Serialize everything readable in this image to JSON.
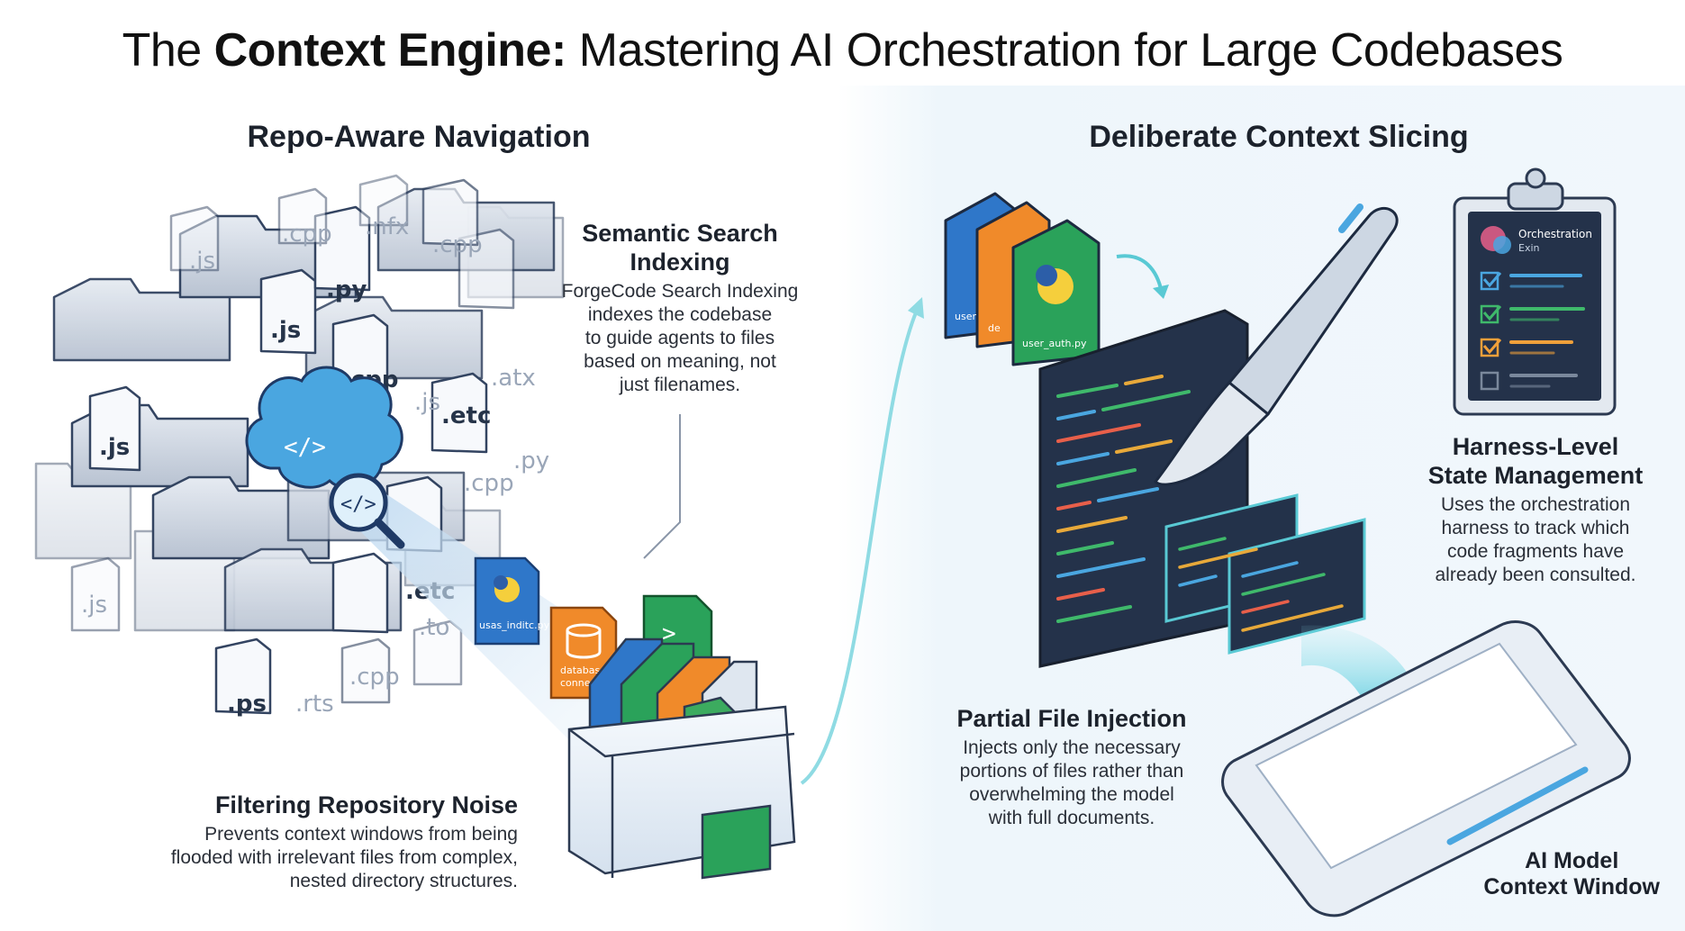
{
  "title": {
    "prefix": "The ",
    "bold": "Context Engine:",
    "rest": " Mastering AI Orchestration for Large Codebases"
  },
  "sections": {
    "left": "Repo-Aware Navigation",
    "right": "Deliberate Context Slicing"
  },
  "semantic": {
    "heading_1": "Semantic Search",
    "heading_2": "Indexing",
    "lines": [
      "ForgeCode Search Indexing",
      "indexes the codebase",
      "to guide agents to files",
      "based on meaning, not",
      "just filenames."
    ]
  },
  "filtering": {
    "heading": "Filtering Repository Noise",
    "lines": [
      "Prevents context windows from being",
      "flooded with irrelevant files from complex,",
      "nested directory structures."
    ]
  },
  "partial": {
    "heading": "Partial File Injection",
    "lines": [
      "Injects only the necessary",
      "portions of files rather than",
      "overwhelming the model",
      "with full documents."
    ]
  },
  "harness": {
    "heading_1": "Harness-Level",
    "heading_2": "State Management",
    "lines": [
      "Uses the orchestration",
      "harness to track which",
      "code fragments have",
      "already been consulted."
    ]
  },
  "ai_window": {
    "line1": "AI Model",
    "line2": "Context Window"
  },
  "clipboard": {
    "title_1": "Orchestration",
    "title_2": "Exin"
  },
  "file_labels": {
    "ext_js": ".js",
    "ext_py": ".py",
    "ext_cpp": ".cpp",
    "ext_etc": ".etc",
    "ext_ps": ".ps",
    "ext_nfx": ".nfx",
    "ext_atx": ".atx",
    "ext_rts": ".rts",
    "ext_to": ".to",
    "users_file": "usas_inditc.py",
    "db_connector_1": "database connector.js",
    "db_connector_2": "database connector.js",
    "user_auth": "user_auth.py",
    "card_blue": "user",
    "card_orange": "de"
  },
  "colors": {
    "python_blue": "#2f77c9",
    "orange": "#f08a2a",
    "green": "#2aa25a",
    "teal": "#59c9d4",
    "navy": "#243247"
  }
}
